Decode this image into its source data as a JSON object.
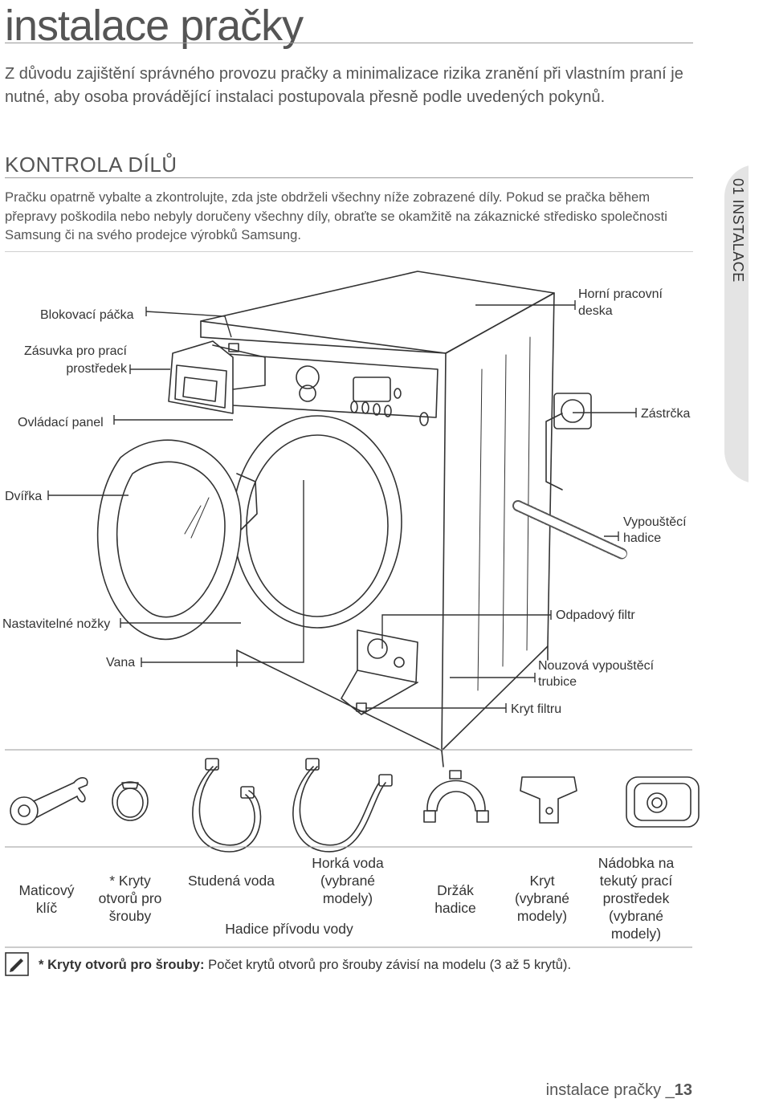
{
  "header": {
    "title": "instalace pračky",
    "intro": "Z důvodu zajištění správného provozu pračky a minimalizace rizika zranění při vlastním praní je nutné, aby osoba provádějící instalaci postupovala přesně podle uvedených pokynů."
  },
  "section": {
    "heading": "KONTROLA DÍLŮ",
    "text": "Pračku opatrně vybalte a zkontrolujte, zda jste obdrželi všechny níže zobrazené díly. Pokud se pračka během přepravy poškodila nebo nebyly doručeny všechny díly, obraťte se okamžitě na zákaznické středisko společnosti Samsung či na svého prodejce výrobků Samsung."
  },
  "side_tab": {
    "label": "01 INSTALACE"
  },
  "callouts": {
    "blokovaci_packa": "Blokovací páčka",
    "zasuvka_1": "Zásuvka pro prací",
    "zasuvka_2": "prostředek",
    "ovladaci_panel": "Ovládací panel",
    "dvirka": "Dvířka",
    "nozky": "Nastavitelné nožky",
    "vana": "Vana",
    "horni_1": "Horní pracovní",
    "horni_2": "deska",
    "zastrcka": "Zástrčka",
    "vypoust_1": "Vypouštěcí",
    "vypoust_2": "hadice",
    "odpadovy_filtr": "Odpadový filtr",
    "nouzova_1": "Nouzová vypouštěcí",
    "nouzova_2": "trubice",
    "kryt_filtru": "Kryt filtru"
  },
  "accessories": {
    "maticovy_klic": [
      "Maticový",
      "klíč"
    ],
    "kryty_otvoru": [
      "* Kryty",
      "otvorů pro",
      "šrouby"
    ],
    "studena_voda": [
      "Studená voda"
    ],
    "horka_voda": [
      "Horká voda",
      "(vybrané",
      "modely)"
    ],
    "hadice_privodu": [
      "Hadice přívodu vody"
    ],
    "drzak_hadice": [
      "Držák",
      "hadice"
    ],
    "kryt": [
      "Kryt",
      "(vybrané",
      "modely)"
    ],
    "nadobka": [
      "Nádobka na",
      "tekutý prací",
      "prostředek",
      "(vybrané",
      "modely)"
    ]
  },
  "note": {
    "bold": "* Kryty otvorů pro šrouby:",
    "text": " Počet krytů otvorů pro šrouby závisí na modelu (3 až 5 krytů)."
  },
  "footer": {
    "text": "instalace pračky _",
    "page": "13"
  }
}
